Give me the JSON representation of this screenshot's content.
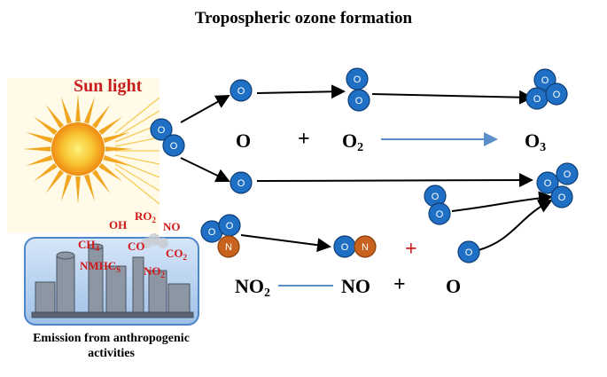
{
  "title": "Tropospheric ozone formation",
  "sun_label": "Sun light",
  "atom_o_label": "O",
  "atom_n_label": "N",
  "emission": {
    "oh": "OH",
    "ro": "RO",
    "ro_sub": "2",
    "no": "NO",
    "ch": "CH",
    "ch_sub": "4",
    "co": "CO",
    "co2": "CO",
    "co2_sub": "2",
    "nmhc": "NMHC",
    "nmhc_sub": "S",
    "no2": "NO",
    "no2_sub": "2",
    "caption_line1": "Emission from anthropogenic",
    "caption_line2": "activities"
  },
  "reaction1": {
    "o": "O",
    "plus": "+",
    "o2": "O",
    "o2_sub": "2",
    "o3": "O",
    "o3_sub": "3"
  },
  "reaction2": {
    "no2": "NO",
    "no2_sub": "2",
    "no": "NO",
    "plus": "+",
    "o": "O",
    "red_plus": "+"
  },
  "colors": {
    "oxygen": "#1f6fc4",
    "nitrogen": "#c8621f",
    "sun": "#f2a51e",
    "arrow_black": "#000000",
    "arrow_blue": "#5b8fc9",
    "chemical_red": "#d01818"
  }
}
